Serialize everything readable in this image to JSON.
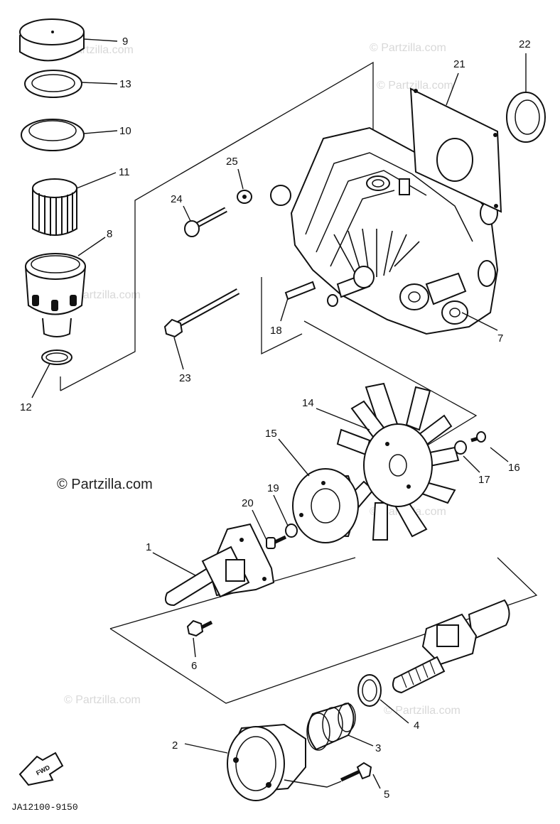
{
  "diagram": {
    "drawing_code": "JA12100-9150",
    "fwd_label": "FWD",
    "watermark": "© Partzilla.com",
    "callouts": [
      {
        "id": "c1",
        "text": "1"
      },
      {
        "id": "c2",
        "text": "2"
      },
      {
        "id": "c3",
        "text": "3"
      },
      {
        "id": "c4",
        "text": "4"
      },
      {
        "id": "c5",
        "text": "5"
      },
      {
        "id": "c6",
        "text": "6"
      },
      {
        "id": "c7",
        "text": "7"
      },
      {
        "id": "c8",
        "text": "8"
      },
      {
        "id": "c9",
        "text": "9"
      },
      {
        "id": "c10",
        "text": "10"
      },
      {
        "id": "c11",
        "text": "11"
      },
      {
        "id": "c12",
        "text": "12"
      },
      {
        "id": "c13",
        "text": "13"
      },
      {
        "id": "c14",
        "text": "14"
      },
      {
        "id": "c15",
        "text": "15"
      },
      {
        "id": "c16",
        "text": "16"
      },
      {
        "id": "c17",
        "text": "17"
      },
      {
        "id": "c18",
        "text": "18"
      },
      {
        "id": "c19",
        "text": "19"
      },
      {
        "id": "c20",
        "text": "20"
      },
      {
        "id": "c21",
        "text": "21"
      },
      {
        "id": "c22",
        "text": "22"
      },
      {
        "id": "c23",
        "text": "23"
      },
      {
        "id": "c24",
        "text": "24"
      },
      {
        "id": "c25",
        "text": "25"
      }
    ]
  }
}
